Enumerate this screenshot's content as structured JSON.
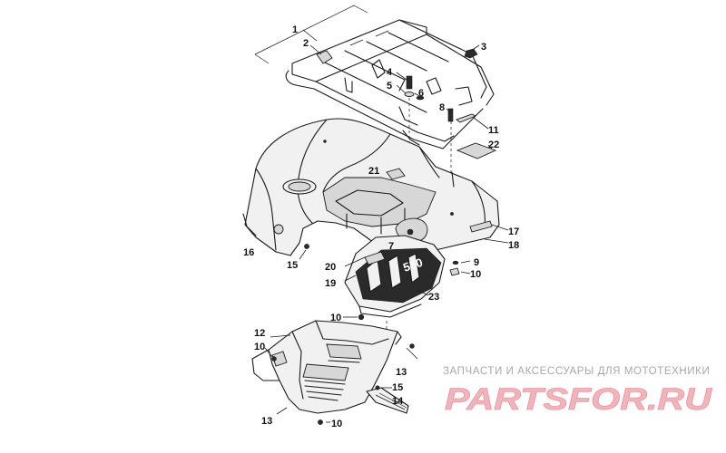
{
  "watermark": {
    "caption": "ЗАПЧАСТИ И АКСЕССУАРЫ ДЛЯ МОТОТЕХНИКИ",
    "logo": "PARTSFOR.RU",
    "logo_color": "#f2b3bb"
  },
  "decals": {
    "model_number": "550"
  },
  "callouts": [
    {
      "id": "c1",
      "label": "1"
    },
    {
      "id": "c2",
      "label": "2"
    },
    {
      "id": "c3",
      "label": "3"
    },
    {
      "id": "c4",
      "label": "4"
    },
    {
      "id": "c5",
      "label": "5"
    },
    {
      "id": "c6",
      "label": "6"
    },
    {
      "id": "c8",
      "label": "8"
    },
    {
      "id": "c11",
      "label": "11"
    },
    {
      "id": "c22",
      "label": "22"
    },
    {
      "id": "c21",
      "label": "21"
    },
    {
      "id": "c17",
      "label": "17"
    },
    {
      "id": "c18",
      "label": "18"
    },
    {
      "id": "c16",
      "label": "16"
    },
    {
      "id": "c15a",
      "label": "15"
    },
    {
      "id": "c7",
      "label": "7"
    },
    {
      "id": "c9",
      "label": "9"
    },
    {
      "id": "c10a",
      "label": "10"
    },
    {
      "id": "c20",
      "label": "20"
    },
    {
      "id": "c19",
      "label": "19"
    },
    {
      "id": "c23",
      "label": "23"
    },
    {
      "id": "c10b",
      "label": "10"
    },
    {
      "id": "c12",
      "label": "12"
    },
    {
      "id": "c10c",
      "label": "10"
    },
    {
      "id": "c13a",
      "label": "13"
    },
    {
      "id": "c15b",
      "label": "15"
    },
    {
      "id": "c14",
      "label": "14"
    },
    {
      "id": "c13b",
      "label": "13"
    },
    {
      "id": "c10d",
      "label": "10"
    }
  ]
}
